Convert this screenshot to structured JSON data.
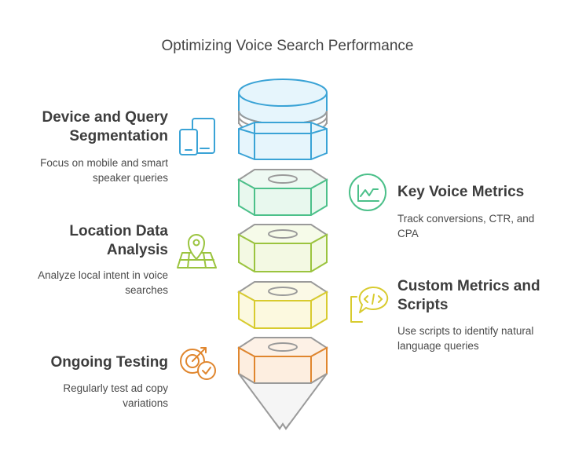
{
  "title": "Optimizing Voice Search Performance",
  "colors": {
    "blue": "#3aa3d6",
    "green": "#4cc08a",
    "lime": "#9bc43f",
    "yellow": "#d8cb2f",
    "orange": "#e0862e",
    "gray": "#9a9a9a"
  },
  "steps": [
    {
      "heading_line1": "Device and Query",
      "heading_line2": "Segmentation",
      "desc_line1": "Focus on mobile and smart",
      "desc_line2": "speaker queries",
      "icon": "devices-icon"
    },
    {
      "heading_line1": "Key Voice Metrics",
      "heading_line2": "",
      "desc_line1": "Track conversions, CTR, and",
      "desc_line2": "CPA",
      "icon": "analytics-chart-icon"
    },
    {
      "heading_line1": "Location Data",
      "heading_line2": "Analysis",
      "desc_line1": "Analyze local intent in voice",
      "desc_line2": "searches",
      "icon": "map-pin-icon"
    },
    {
      "heading_line1": "Custom Metrics and",
      "heading_line2": "Scripts",
      "desc_line1": "Use scripts to identify natural",
      "desc_line2": "language queries",
      "icon": "code-chat-icon"
    },
    {
      "heading_line1": "Ongoing Testing",
      "heading_line2": "",
      "desc_line1": "Regularly test ad copy",
      "desc_line2": "variations",
      "icon": "target-check-icon"
    }
  ]
}
